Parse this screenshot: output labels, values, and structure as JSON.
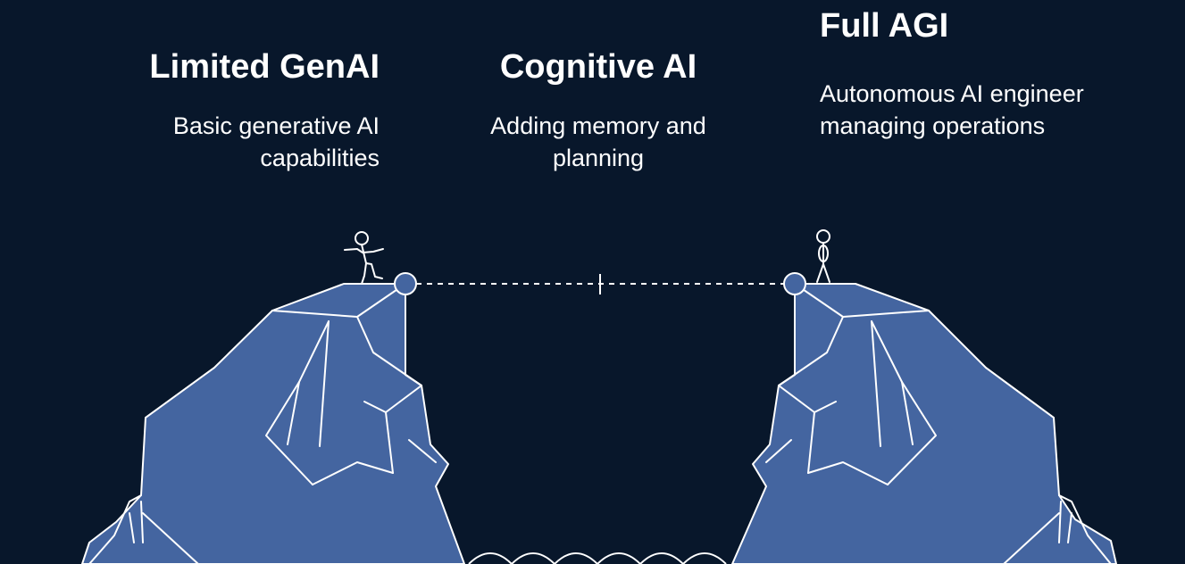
{
  "stages": {
    "left": {
      "title": "Limited GenAI",
      "description": "Basic generative AI capabilities"
    },
    "middle": {
      "title": "Cognitive AI",
      "description": "Adding memory and planning"
    },
    "right": {
      "title": "Full AGI",
      "description": "Autonomous AI engineer managing operations"
    }
  },
  "colors": {
    "background": "#08172b",
    "cliff_fill": "#4465a0",
    "line": "#ffffff"
  },
  "icons": {
    "left_person": "stick-figure-walking-icon",
    "right_person": "stick-figure-standing-icon"
  }
}
